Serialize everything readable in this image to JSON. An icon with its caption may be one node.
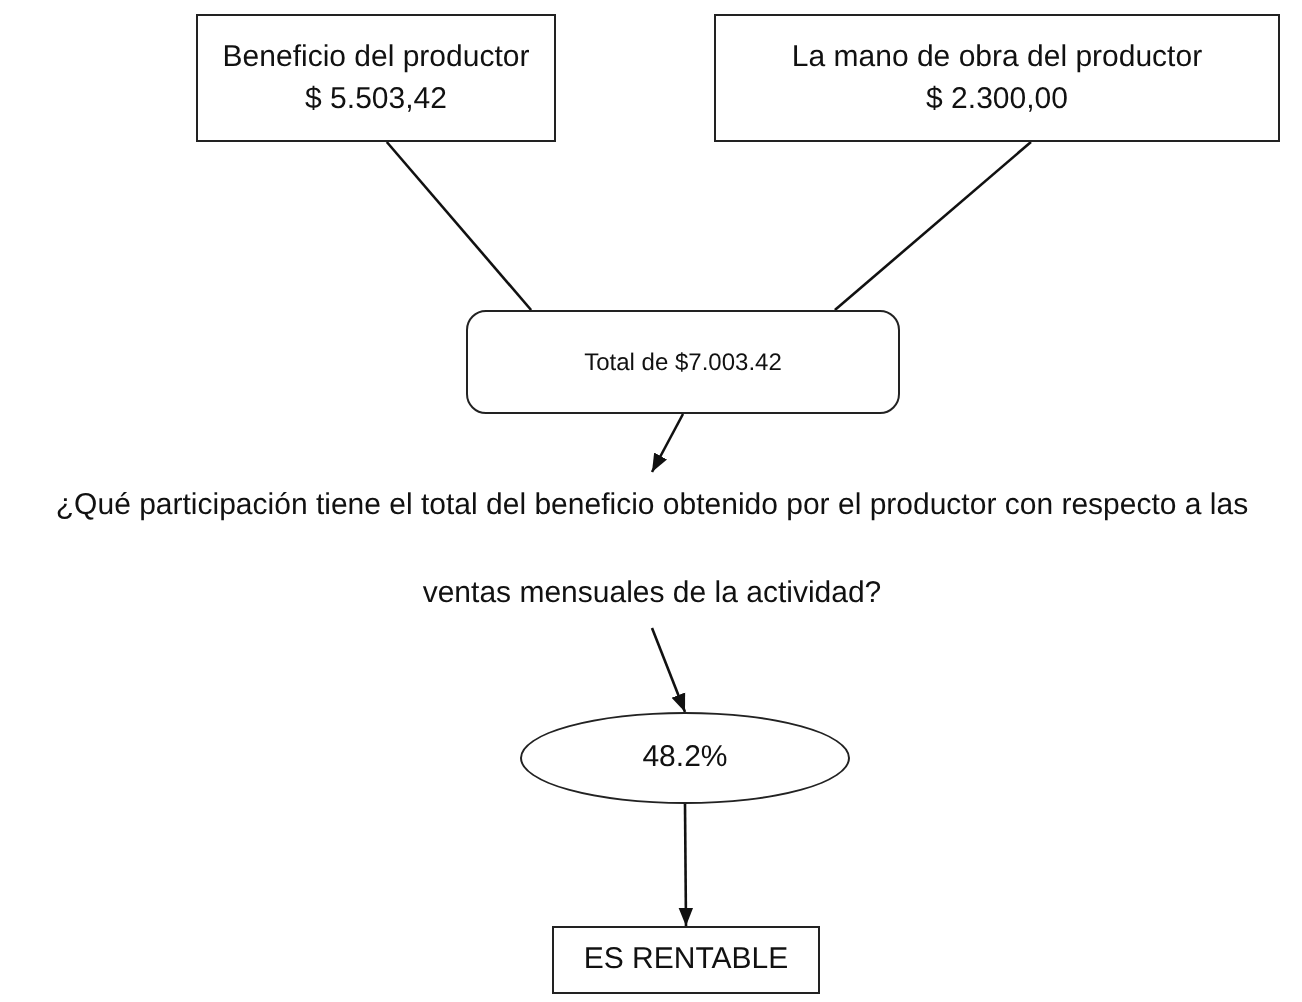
{
  "diagram": {
    "nodes": [
      {
        "text": [
          "Beneficio del productor",
          "$ 5.503,42"
        ]
      },
      {
        "text": [
          "La mano de obra del productor",
          "$ 2.300,00"
        ]
      },
      {
        "text": [
          "Total de $7.003.42"
        ]
      },
      {
        "text": [
          "¿Qué participación tiene el total del beneficio obtenido por el productor con respecto a las ventas mensuales de la actividad?"
        ]
      },
      {
        "text": [
          "48.2%"
        ]
      },
      {
        "text": [
          "ES RENTABLE"
        ]
      }
    ],
    "edges": [
      {
        "from": 0,
        "to": 2,
        "arrow": "none"
      },
      {
        "from": 1,
        "to": 2,
        "arrow": "none"
      },
      {
        "from": 2,
        "to": 3,
        "arrow": "to"
      },
      {
        "from": 3,
        "to": 4,
        "arrow": "to"
      },
      {
        "from": 4,
        "to": 5,
        "arrow": "to"
      }
    ]
  }
}
